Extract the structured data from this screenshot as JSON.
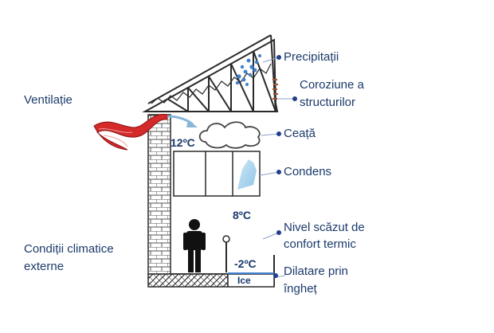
{
  "labels": {
    "precipitation": "Precipitații",
    "corrosion_line1": "Coroziune a",
    "corrosion_line2": "structurilor",
    "ventilation": "Ventilație",
    "fog": "Ceață",
    "condensation": "Condens",
    "low_comfort_line1": "Nivel scăzut de",
    "low_comfort_line2": "confort termic",
    "external_climate_line1": "Condiții climatice",
    "external_climate_line2": "externe",
    "frost_line1": "Dilatare prin",
    "frost_line2": "îngheț"
  },
  "temperatures": {
    "upper": "12ºC",
    "middle": "8ºC",
    "lower": "-2ºC"
  },
  "ice_label": "Ice",
  "colors": {
    "label_text": "#1b3a6b",
    "callout_dot": "#1f3f8c",
    "structure": "#2a2a2a",
    "ventilation_ribbon": "#d42a2a",
    "condensation": "#9fd0ea",
    "rain_drops": "#3f7fcf"
  }
}
